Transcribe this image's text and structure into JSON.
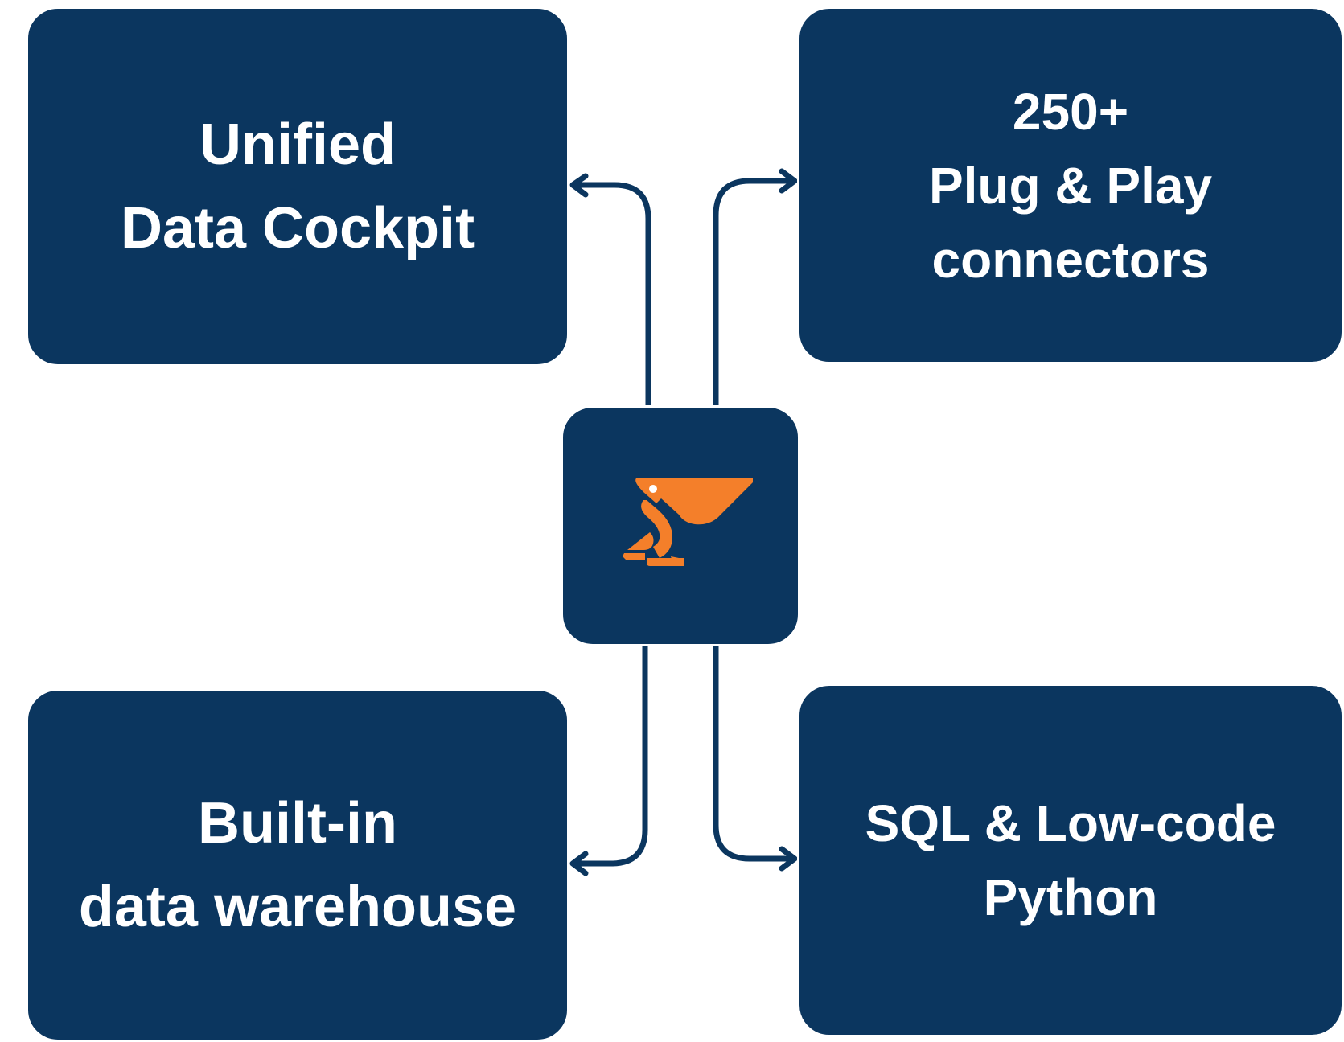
{
  "colors": {
    "box_fill": "#0b365f",
    "text": "#ffffff",
    "logo": "#f47f2a",
    "connector": "#0b365f"
  },
  "hub": {
    "icon": "pelican-logo-icon"
  },
  "boxes": {
    "top_left": {
      "line1": "Unified",
      "line2": "Data Cockpit"
    },
    "top_right": {
      "line1": "250+",
      "line2": "Plug & Play",
      "line3": "connectors"
    },
    "bottom_left": {
      "line1": "Built-in",
      "line2": "data warehouse"
    },
    "bottom_right": {
      "line1": "SQL & Low-code",
      "line2": "Python"
    }
  }
}
